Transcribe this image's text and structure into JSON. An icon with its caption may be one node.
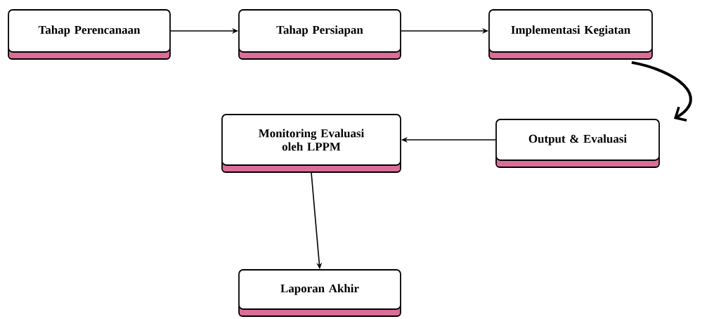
{
  "diagram": {
    "nodes": [
      {
        "text": [
          "Tahap Perencanaan"
        ]
      },
      {
        "text": [
          "Tahap Persiapan"
        ]
      },
      {
        "text": [
          "Implementasi Kegiatan"
        ]
      },
      {
        "text": [
          "Output & Evaluasi"
        ]
      },
      {
        "text": [
          "Monitoring Evaluasi oleh LPPM"
        ]
      },
      {
        "text": [
          "Laporan Akhir"
        ]
      }
    ],
    "edges": [
      {
        "from": 0,
        "to": 1,
        "arrow": "to"
      },
      {
        "from": 1,
        "to": 2,
        "arrow": "to"
      },
      {
        "from": 2,
        "to": 3,
        "arrow": "to",
        "style": "thick"
      },
      {
        "from": 3,
        "to": 4,
        "arrow": "to"
      },
      {
        "from": 4,
        "to": 5,
        "arrow": "to"
      }
    ]
  }
}
